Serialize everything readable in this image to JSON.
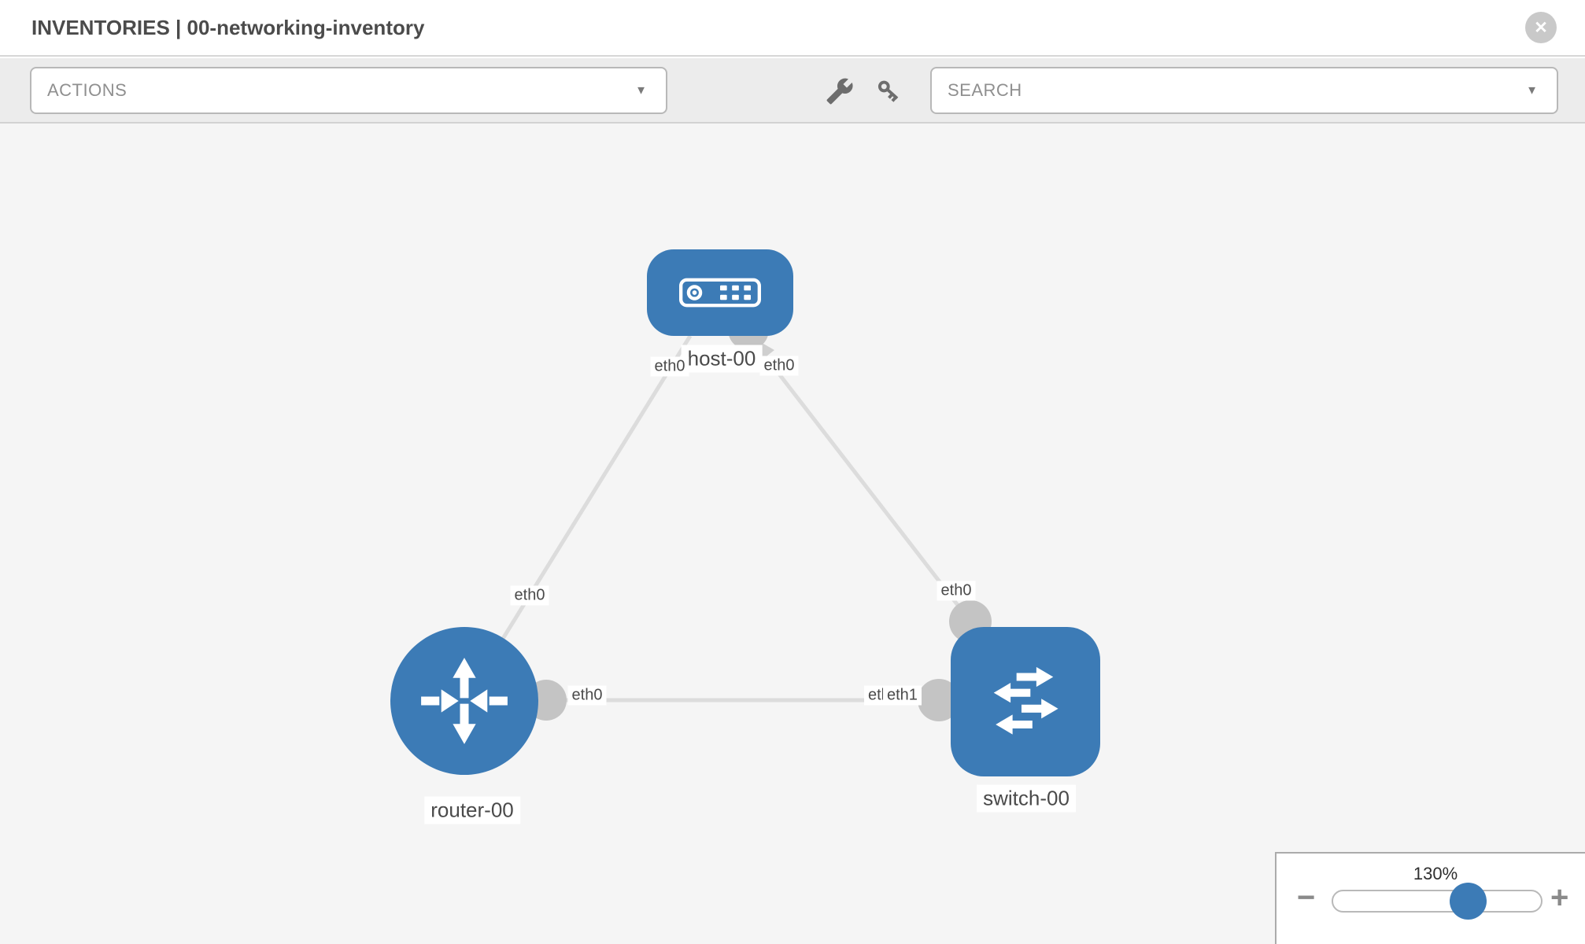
{
  "header": {
    "title": "INVENTORIES | 00-networking-inventory"
  },
  "toolbar": {
    "actions_label": "ACTIONS",
    "search_label": "SEARCH"
  },
  "icons": {
    "close": "✕",
    "dropdown_arrow": "▼",
    "wrench": "wrench-icon",
    "key": "key-icon",
    "minus": "−",
    "plus": "+"
  },
  "topology": {
    "nodes": [
      {
        "label": "host-00",
        "type": "host"
      },
      {
        "label": "router-00",
        "type": "router"
      },
      {
        "label": "switch-00",
        "type": "switch"
      }
    ],
    "links": [
      {
        "source": "host-00",
        "target": "router-00",
        "source_interface": "eth0",
        "target_interface": "eth0"
      },
      {
        "source": "host-00",
        "target": "switch-00",
        "source_interface": "eth0",
        "target_interface": "eth0"
      },
      {
        "source": "router-00",
        "target": "switch-00",
        "source_interface": "eth0",
        "target_interface": "eth1"
      }
    ],
    "interface_labels": {
      "host_router_at_host": "eth0",
      "host_router_at_router": "eth0",
      "host_switch_at_host": "eth0",
      "host_switch_at_switch": "eth0",
      "router_switch_at_router": "eth0",
      "router_switch_at_switch_back": "eth0",
      "router_switch_at_switch": "eth1"
    }
  },
  "zoom_control": {
    "value": "130%"
  },
  "colors": {
    "node_blue": "#3c7bb6",
    "link_gray": "#dcdcdc",
    "connector_gray": "#c4c4c4",
    "canvas_bg": "#f5f5f5",
    "toolbar_bg": "#ececec",
    "accent": "#3c7bb6"
  }
}
